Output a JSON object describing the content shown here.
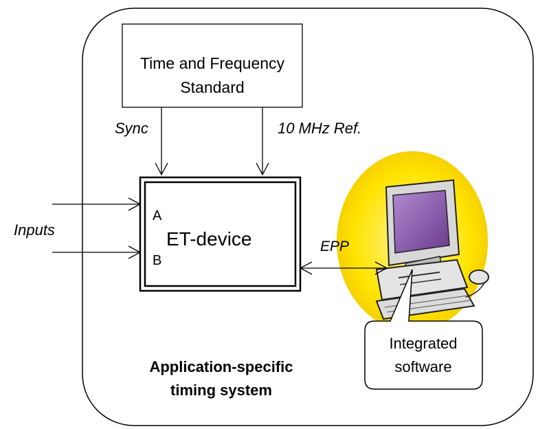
{
  "tfs": {
    "line1": "Time and Frequency",
    "line2": "Standard"
  },
  "labels": {
    "sync": "Sync",
    "ref": "10 MHz Ref.",
    "inputs": "Inputs",
    "epp": "EPP",
    "port_a": "A",
    "port_b": "B"
  },
  "device": {
    "name": "ET-device"
  },
  "callout": {
    "line1": "Integrated",
    "line2": "software"
  },
  "system": {
    "line1": "Application-specific",
    "line2": "timing system"
  },
  "colors": {
    "line": "#000000",
    "ellipse_yellow": "#ffe400",
    "screen_purple": "#8a5aa8",
    "computer_body": "#e4e4e4",
    "callout_bg": "#ffffff"
  },
  "icons": {
    "computer": "desktop-computer-icon"
  }
}
